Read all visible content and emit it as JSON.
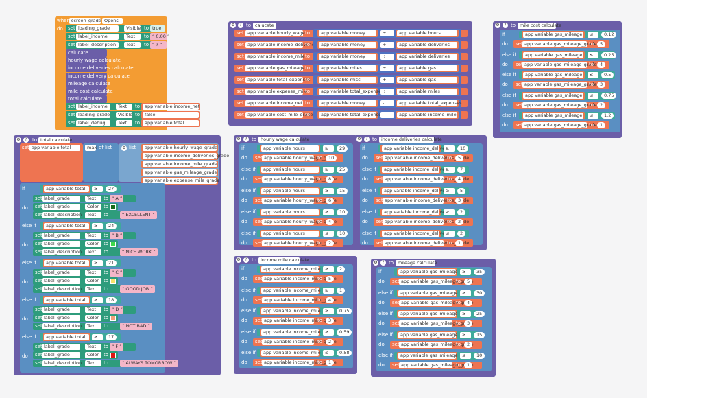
{
  "screen_event": {
    "when": "when",
    "component": "screen_grade",
    "event": "Opens",
    "do": "do"
  },
  "screen_init": [
    {
      "set": "set",
      "comp": "loading_grade",
      "prop": "Visible",
      "to": "to",
      "value": "true"
    },
    {
      "set": "set",
      "comp": "label_income",
      "prop": "Text",
      "to": "to",
      "value": "0.00"
    },
    {
      "set": "set",
      "comp": "label_description",
      "prop": "Text",
      "to": "to",
      "value": "?"
    }
  ],
  "screen_calls": [
    "calucate",
    "hourly wage calculate",
    "income deliveries calculate",
    "income delivery calculate",
    "mileage calculate",
    "mile cost calculate",
    "total calculate"
  ],
  "screen_tail": [
    {
      "set": "set",
      "comp": "label_income",
      "prop": "Text",
      "to": "to",
      "value": "app variable income_net"
    },
    {
      "set": "set",
      "comp": "loading_grade",
      "prop": "Visible",
      "to": "to",
      "value": "false"
    },
    {
      "set": "set",
      "comp": "label_debug",
      "prop": "Text",
      "to": "to",
      "value": "app variable total"
    }
  ],
  "calucate_proc": {
    "to": "to",
    "name": "calucate",
    "rows": [
      {
        "set": "set",
        "var": "app variable hourly_wage",
        "to": "to",
        "a": "app variable money",
        "op": "÷",
        "b": "app variable hours"
      },
      {
        "set": "set",
        "var": "app variable income_deliveries",
        "to": "to",
        "a": "app variable money",
        "op": "÷",
        "b": "app variable deliveries"
      },
      {
        "set": "set",
        "var": "app variable income_mile",
        "to": "to",
        "a": "app variable money",
        "op": "÷",
        "b": "app variable deliveries"
      },
      {
        "set": "set",
        "var": "app variable gas_mileage",
        "to": "to",
        "a": "app variable miles",
        "op": "÷",
        "b": "app variable gas"
      },
      {
        "set": "set",
        "var": "app variable total_expenses",
        "to": "to",
        "a": "app variable misc",
        "op": "+",
        "b": "app variable gas"
      },
      {
        "set": "set",
        "var": "app variable expense_mile",
        "to": "to",
        "a": "app variable total_expenses",
        "op": "÷",
        "b": "app variable miles"
      },
      {
        "set": "set",
        "var": "app variable income_net",
        "to": "to",
        "a": "app variable money",
        "op": "-",
        "b": "app variable total_expenses"
      },
      {
        "set": "set",
        "var": "app variable cost_mile_grade",
        "to": "to",
        "a": "app variable total_expenses",
        "op": "-",
        "b": "app variable income_mile"
      }
    ]
  },
  "mile_cost_proc": {
    "to": "to",
    "name": "mile cost calculate",
    "var": "app variable gas_mileage",
    "set_var": "app variable gas_mileage_grade",
    "rows": [
      {
        "kw": "if",
        "op": "≤",
        "num": "0.12",
        "grade": "5"
      },
      {
        "kw": "else if",
        "op": "≤",
        "num": "0.25",
        "grade": "4"
      },
      {
        "kw": "else if",
        "op": "≤",
        "num": "0.5",
        "grade": "3"
      },
      {
        "kw": "else if",
        "op": "≤",
        "num": "0.75",
        "grade": "2"
      },
      {
        "kw": "else if",
        "op": "≤",
        "num": "1.2",
        "grade": "1"
      }
    ],
    "do": "do",
    "set": "set"
  },
  "total_proc": {
    "to": "to",
    "name": "total calculate",
    "set": "set",
    "var": "app variable total",
    "to2": "to",
    "max": "max",
    "of_list": "of list",
    "list": "list",
    "list_items": [
      "app variable hourly_wage_grade",
      "app variable income_deliveries_grade",
      "app variable income_mile_grade",
      "app variable gas_mileage_grade",
      "app variable expense_mile_grade"
    ],
    "cond_var": "app variable total",
    "grade_label": "label_grade",
    "desc_label": "label_description",
    "text_prop": "Text",
    "color_prop": "Color",
    "do": "do",
    "rows": [
      {
        "kw": "if",
        "op": "≥",
        "num": "27",
        "letter": "A",
        "color": "#1a6b1a",
        "desc": "EXCELLENT"
      },
      {
        "kw": "else if",
        "op": "≥",
        "num": "24",
        "letter": "B",
        "color": "#3fd94a",
        "desc": "NICE WORK"
      },
      {
        "kw": "else if",
        "op": "≥",
        "num": "21",
        "letter": "C",
        "color": "#f5e36a",
        "desc": "GOOD JOB"
      },
      {
        "kw": "else if",
        "op": "≥",
        "num": "18",
        "letter": "D",
        "color": "#f2a07a",
        "desc": "NOT BAD"
      },
      {
        "kw": "else if",
        "op": "≥",
        "num": "17",
        "letter": "F",
        "color": "#e01414",
        "desc": "ALWAYS TOMORROW"
      }
    ]
  },
  "hourly_proc": {
    "to": "to",
    "name": "hourly wage calculate",
    "var": "app variable hours",
    "set_var": "app variable hourly_wage_grade",
    "rows": [
      {
        "kw": "if",
        "op": "≥",
        "num": "29",
        "grade": "10"
      },
      {
        "kw": "else if",
        "op": "≥",
        "num": "25",
        "grade": "8"
      },
      {
        "kw": "else if",
        "op": "≥",
        "num": "15",
        "grade": "6"
      },
      {
        "kw": "else if",
        "op": "≥",
        "num": "10",
        "grade": "4"
      },
      {
        "kw": "else if",
        "op": "≤",
        "num": "10",
        "grade": "2"
      }
    ],
    "do": "do",
    "set": "set"
  },
  "deliv_proc": {
    "to": "to",
    "name": "income deliveries calculate",
    "var": "app variable income_deliveries",
    "set_var": "app variable income_deliveries_grade",
    "rows": [
      {
        "kw": "if",
        "op": "≥",
        "num": "10",
        "grade": "5"
      },
      {
        "kw": "else if",
        "op": "≥",
        "num": "7",
        "grade": "4"
      },
      {
        "kw": "else if",
        "op": "≥",
        "num": "5",
        "grade": "3"
      },
      {
        "kw": "else if",
        "op": "≥",
        "num": "2",
        "grade": "2"
      },
      {
        "kw": "else if",
        "op": "≤",
        "num": "2",
        "grade": "1"
      }
    ],
    "do": "do",
    "set": "set"
  },
  "imile_proc": {
    "to": "to",
    "name": "income mile calculate",
    "var": "app variable income_mile",
    "set_var": "app variable income_mile_grade",
    "rows": [
      {
        "kw": "if",
        "op": "≥",
        "num": "2",
        "grade": "5"
      },
      {
        "kw": "else if",
        "op": "≥",
        "num": "1",
        "grade": "4"
      },
      {
        "kw": "else if",
        "op": "≥",
        "num": "0.75",
        "grade": "3"
      },
      {
        "kw": "else if",
        "op": "≥",
        "num": "0.59",
        "grade": "2"
      },
      {
        "kw": "else if",
        "op": "≤",
        "num": "0.58",
        "grade": "1"
      }
    ],
    "do": "do",
    "set": "set"
  },
  "mileage_proc": {
    "to": "to",
    "name": "mileage calculate",
    "var": "app variable gas_mileage",
    "set_var": "app variable gas_mileage_grade",
    "rows": [
      {
        "kw": "if",
        "op": "≥",
        "num": "35",
        "grade": "5"
      },
      {
        "kw": "else if",
        "op": "≥",
        "num": "30",
        "grade": "4"
      },
      {
        "kw": "else if",
        "op": "≥",
        "num": "25",
        "grade": "3"
      },
      {
        "kw": "else if",
        "op": "≥",
        "num": "15",
        "grade": "2"
      },
      {
        "kw": "else if",
        "op": "≤",
        "num": "10",
        "grade": "1"
      }
    ],
    "do": "do",
    "set": "set"
  },
  "colors": {
    "event": "#f39c33",
    "proc": "#6b5ea8",
    "set_comp": "#2e9c7c",
    "set_var": "#ee7451",
    "compare": "#3fa99b",
    "math": "#4f72c2",
    "string": "#f4b6c8",
    "list": "#5a8fc2"
  }
}
